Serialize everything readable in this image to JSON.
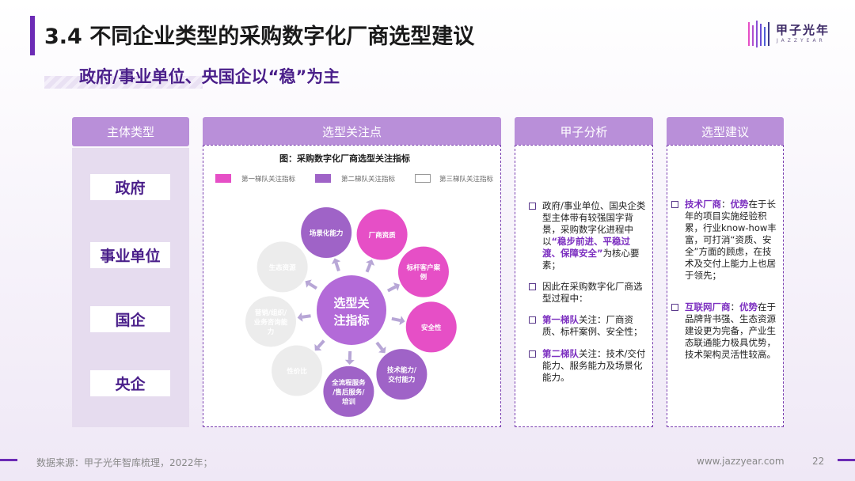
{
  "title": "3.4 不同企业类型的采购数字化厂商选型建议",
  "subtitle": "政府/事业单位、央国企以“稳”为主",
  "logo": {
    "name": "甲子光年",
    "sub": "JAZZYEAR"
  },
  "columns": {
    "entity": {
      "header": "主体类型",
      "items": [
        "政府",
        "事业单位",
        "国企",
        "央企"
      ]
    },
    "focus": {
      "header": "选型关注点"
    },
    "analysis": {
      "header": "甲子分析"
    },
    "advice": {
      "header": "选型建议"
    }
  },
  "chart": {
    "title": "图：采购数字化厂商选型关注指标",
    "legend": [
      "第一梯队关注指标",
      "第二梯队关注指标",
      "第三梯队关注指标"
    ],
    "center": [
      "选型关",
      "注指标"
    ],
    "nodes": [
      {
        "label": [
          "厂商资质"
        ],
        "tier": 1
      },
      {
        "label": [
          "标杆客户案",
          "例"
        ],
        "tier": 1
      },
      {
        "label": [
          "安全性"
        ],
        "tier": 1
      },
      {
        "label": [
          "技术能力/",
          "交付能力"
        ],
        "tier": 2
      },
      {
        "label": [
          "全流程服务",
          "/售后服务/",
          "培训"
        ],
        "tier": 2
      },
      {
        "label": [
          "性价比"
        ],
        "tier": 3
      },
      {
        "label": [
          "营销/组织/",
          "业务咨询能",
          "力"
        ],
        "tier": 3
      },
      {
        "label": [
          "生态资源"
        ],
        "tier": 3
      },
      {
        "label": [
          "场景化能力"
        ],
        "tier": 2
      }
    ]
  },
  "analysis": {
    "p1": "政府/事业单位、国央企类型主体带有较强国字背景，采购数字化进程中以",
    "p1_hl": "“稳步前进、平稳过渡、保障安全”",
    "p1_end": "为核心要素；",
    "p2": "因此在采购数字化厂商选型过程中：",
    "p3_hl": "第一梯队",
    "p3": "关注：厂商资质、标杆案例、安全性；",
    "p4_hl": "第二梯队",
    "p4": "关注：技术/交付能力、服务能力及场景化能力。"
  },
  "advice": {
    "a1_hl1": "技术厂商",
    "a1_sep": "：",
    "a1_hl2": "优势",
    "a1": "在于长年的项目实施经验积累，行业know-how丰富，可打消“资质、安全”方面的顾虑，在技术及交付上能力上也居于领先；",
    "a2_hl1": "互联网厂商",
    "a2_sep": "：",
    "a2_hl2": "优势",
    "a2": "在于品牌背书强、生态资源建设更为完备，产业生态联通能力极具优势，技术架构灵活性较高。"
  },
  "footer": {
    "source": "数据来源：甲子光年智库梳理，2022年；",
    "url": "www.jazzyear.com",
    "page": "22"
  },
  "colors": {
    "tier1": "#e64fc6",
    "tier2": "#9f63c7",
    "tier3": "#ececec",
    "accent": "#6c2bb5"
  }
}
